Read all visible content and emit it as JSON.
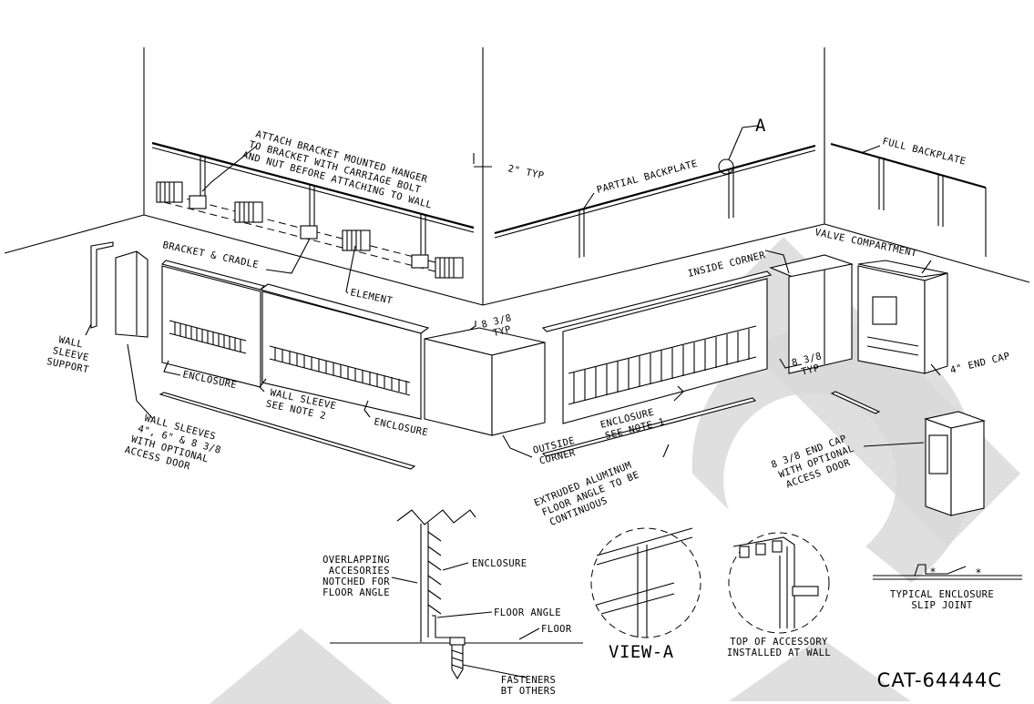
{
  "labels": {
    "attach_bracket": [
      "ATTACH BRACKET MOUNTED HANGER",
      "TO BRACKET WITH CARRIAGE BOLT",
      "AND NUT BEFORE ATTACHING TO WALL"
    ],
    "typ_2": "2\" TYP",
    "partial_backplate": "PARTIAL BACKPLATE",
    "view_marker": "A",
    "full_backplate": "FULL BACKPLATE",
    "valve_compartment": "VALVE COMPARTMENT",
    "bracket_cradle": "BRACKET & CRADLE",
    "element": "ELEMENT",
    "inside_corner": "INSIDE CORNER",
    "dim_top": [
      "8 3/8",
      "TYP"
    ],
    "dim_right": [
      "8 3/8",
      "TYP"
    ],
    "wall_sleeve_support": [
      "WALL",
      "SLEEVE",
      "SUPPORT"
    ],
    "enclosure_left": "ENCLOSURE",
    "wall_sleeve_note": [
      "WALL SLEEVE",
      "SEE NOTE 2"
    ],
    "enclosure_mid": "ENCLOSURE",
    "wall_sleeves": [
      "WALL SLEEVES",
      "4\", 6\" & 8 3/8",
      "WITH OPTIONAL",
      "ACCESS DOOR"
    ],
    "outside_corner": [
      "OUTSIDE",
      "CORNER"
    ],
    "enclosure_note1": [
      "ENCLOSURE",
      "SEE NOTE 1"
    ],
    "end_cap_4": "4\" END CAP",
    "floor_angle_ext": [
      "EXTRUDED ALUMINUM",
      "FLOOR ANGLE TO BE",
      "CONTINUOUS"
    ],
    "end_cap_838": [
      "8 3/8 END CAP",
      "WITH OPTIONAL",
      "ACCESS DOOR"
    ],
    "overlapping": [
      "OVERLAPPING",
      "ACCESORIES",
      "NOTCHED FOR",
      "FLOOR ANGLE"
    ],
    "enclosure_detail": "ENCLOSURE",
    "floor_angle": "FLOOR ANGLE",
    "floor": "FLOOR",
    "fasteners": [
      "FASTENERS",
      "BT OTHERS"
    ],
    "view_a": "VIEW-A",
    "top_accessory": [
      "TOP OF ACCESSORY",
      "INSTALLED AT WALL"
    ],
    "slip_joint": [
      "TYPICAL ENCLOSURE",
      "SLIP JOINT"
    ],
    "catalog": "CAT-64444C"
  }
}
